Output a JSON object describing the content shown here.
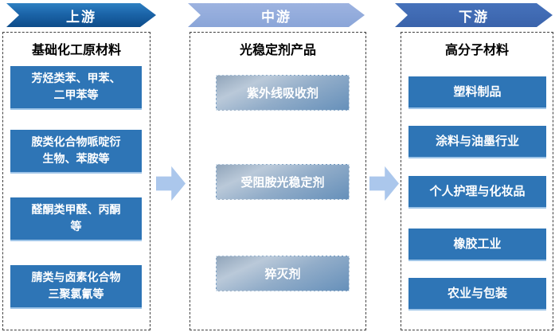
{
  "banners": {
    "upstream": "上游",
    "midstream": "中游",
    "downstream": "下游"
  },
  "upstream": {
    "title": "基础化工原材料",
    "items": [
      "芳烃类苯、甲苯、\n二甲苯等",
      "胺类化合物哌啶衍\n生物、苯胺等",
      "醛酮类甲醛、丙酮\n等",
      "腈类与卤素化合物\n三聚氯氰等"
    ]
  },
  "midstream": {
    "title": "光稳定剂产品",
    "items": [
      "紫外线吸收剂",
      "受阻胺光稳定剂",
      "猝灭剂"
    ]
  },
  "downstream": {
    "title": "高分子材料",
    "items": [
      "塑料制品",
      "涂料与油墨行业",
      "个人护理与化妆品",
      "橡胶工业",
      "农业与包装"
    ]
  },
  "colors": {
    "solid_box_blue": "#2e75b6",
    "banner_upstream_blue": "#15508d",
    "banner_midstream_blue": "#8faadc",
    "banner_downstream_blue": "#3e6bb2",
    "midstream_box_gradient_light": "#bac9d9",
    "midstream_box_gradient_dark": "#6690ba",
    "arrow_fill": "#abc7ec",
    "dashed_border": "#3f3f3f"
  }
}
